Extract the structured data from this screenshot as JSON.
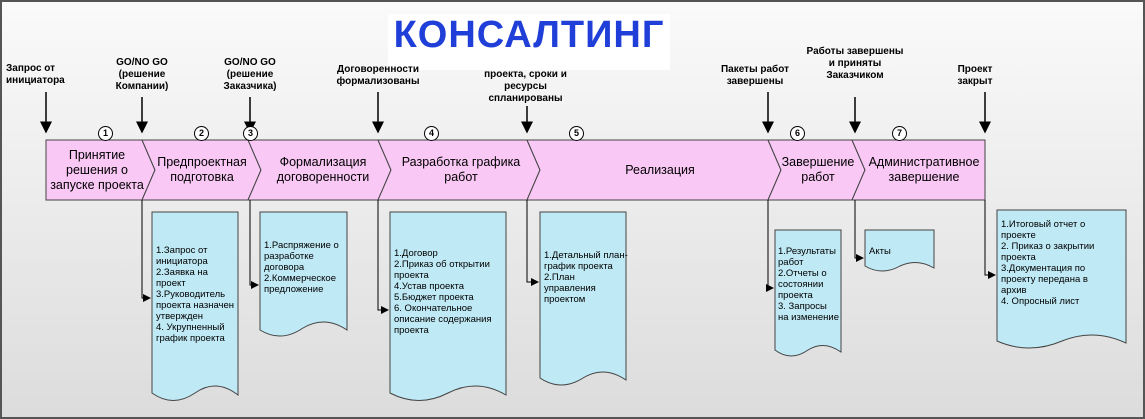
{
  "title": "КОНСАЛТИНГ",
  "colors": {
    "stage_fill": "#f9c8f5",
    "doc_fill": "#bfe9f5",
    "title_color": "#1f3fd8"
  },
  "events": [
    "Запрос от\nинициатора",
    "GO/NO GO\n(решение\nКомпании)",
    "GO/NO GO\n(решение\nЗаказчика)",
    "Договоренности\nформализованы",
    "проекта, сроки\nи ресурсы\nспланированы",
    "Пакеты работ\nзавершены",
    "Работы\nзавершены и\nприняты\nЗаказчиком",
    "Проект\nзакрыт"
  ],
  "stages": [
    {
      "num": "1",
      "label": "Принятие\nрешения о\nзапуске проекта"
    },
    {
      "num": "2",
      "label": "Предпроектная\nподготовка"
    },
    {
      "num": "3",
      "label": "Формализация\nдоговоренности"
    },
    {
      "num": "4",
      "label": "Разработка графика\nработ"
    },
    {
      "num": "5",
      "label": "Реализация"
    },
    {
      "num": "6",
      "label": "Завершение\nработ"
    },
    {
      "num": "7",
      "label": "Административное\nзавершение"
    }
  ],
  "documents": [
    "1.Запрос от\nинициатора\n2.Заявка на\nпроект\n3.Руководитель\nпроекта назначен\nутвержден\n4. Укрупненный\nграфик проекта",
    "1.Распряжение о\nразработке\nдоговора\n2.Коммерческое\nпредложение",
    "1.Договор\n2.Приказ об открытии\nпроекта\n4.Устав проекта\n5.Бюджет проекта\n6. Окончательное\nописание содержания\nпроекта",
    "1.Детальный план-\nграфик проекта\n2.План управления\nпроектом",
    "1.Результаты\nработ\n2.Отчеты о\nсостоянии\nпроекта\n3. Запросы\nна изменение",
    "Акты",
    "1.Итоговый отчет о\nпроекте\n2. Приказ о закрытии\nпроекта\n3.Документация по\nпроекту передана в\nархив\n4. Опросный лист"
  ]
}
